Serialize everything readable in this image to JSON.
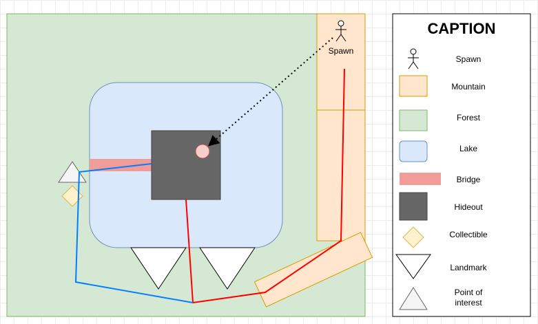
{
  "map": {
    "spawn_label": "Spawn"
  },
  "legend": {
    "title": "CAPTION",
    "items": [
      {
        "key": "spawn",
        "label": "Spawn",
        "icon": "stick-figure"
      },
      {
        "key": "mountain",
        "label": "Mountain",
        "fill": "#ffe6cc",
        "stroke": "#d79b00"
      },
      {
        "key": "forest",
        "label": "Forest",
        "fill": "#d5e8d4",
        "stroke": "#82b366"
      },
      {
        "key": "lake",
        "label": "Lake",
        "fill": "#dae8fc",
        "stroke": "#6c8ebf"
      },
      {
        "key": "bridge",
        "label": "Bridge",
        "fill": "#f19c99"
      },
      {
        "key": "hideout",
        "label": "Hideout",
        "fill": "#666666"
      },
      {
        "key": "collectible",
        "label": "Collectible",
        "fill": "#fff2cc",
        "stroke": "#d6b656"
      },
      {
        "key": "landmark",
        "label": "Landmark",
        "icon": "inverted-triangle"
      },
      {
        "key": "poi",
        "label_line1": "Point of",
        "label_line2": "interest",
        "fill": "#f5f5f5",
        "stroke": "#666666"
      }
    ]
  },
  "colors": {
    "path_red": "#ff0000",
    "path_blue": "#007fff",
    "dotted": "#000000"
  }
}
